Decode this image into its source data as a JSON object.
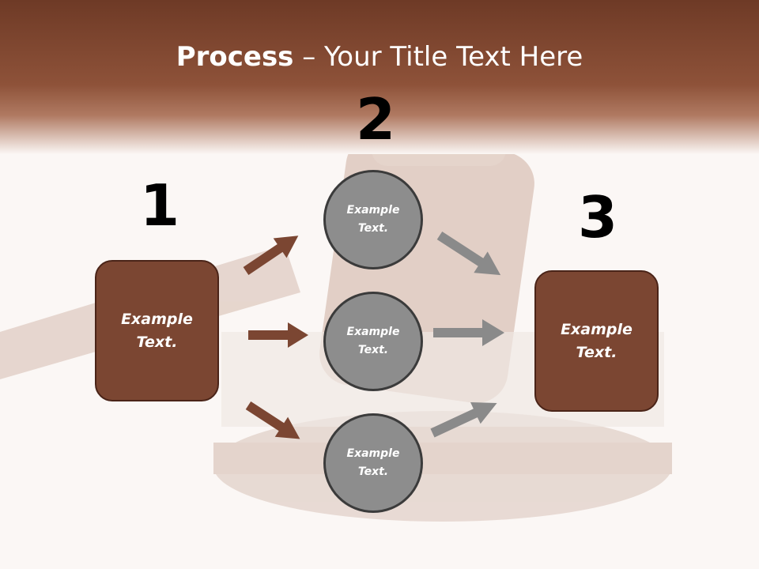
{
  "title": {
    "bold": "Process",
    "rest": " – Your Title Text Here"
  },
  "steps": {
    "n1": "1",
    "n2": "2",
    "n3": "3"
  },
  "left_box": {
    "label": "Example\nText."
  },
  "right_box": {
    "label": "Example\nText."
  },
  "circles": [
    {
      "label": "Example\nText."
    },
    {
      "label": "Example\nText."
    },
    {
      "label": "Example\nText."
    }
  ],
  "colors": {
    "header": "#8a4f36",
    "box": "#7b4632",
    "circle": "#8d8d8d",
    "arrow_brown": "#7b4632",
    "arrow_gray": "#8a8a8a"
  }
}
